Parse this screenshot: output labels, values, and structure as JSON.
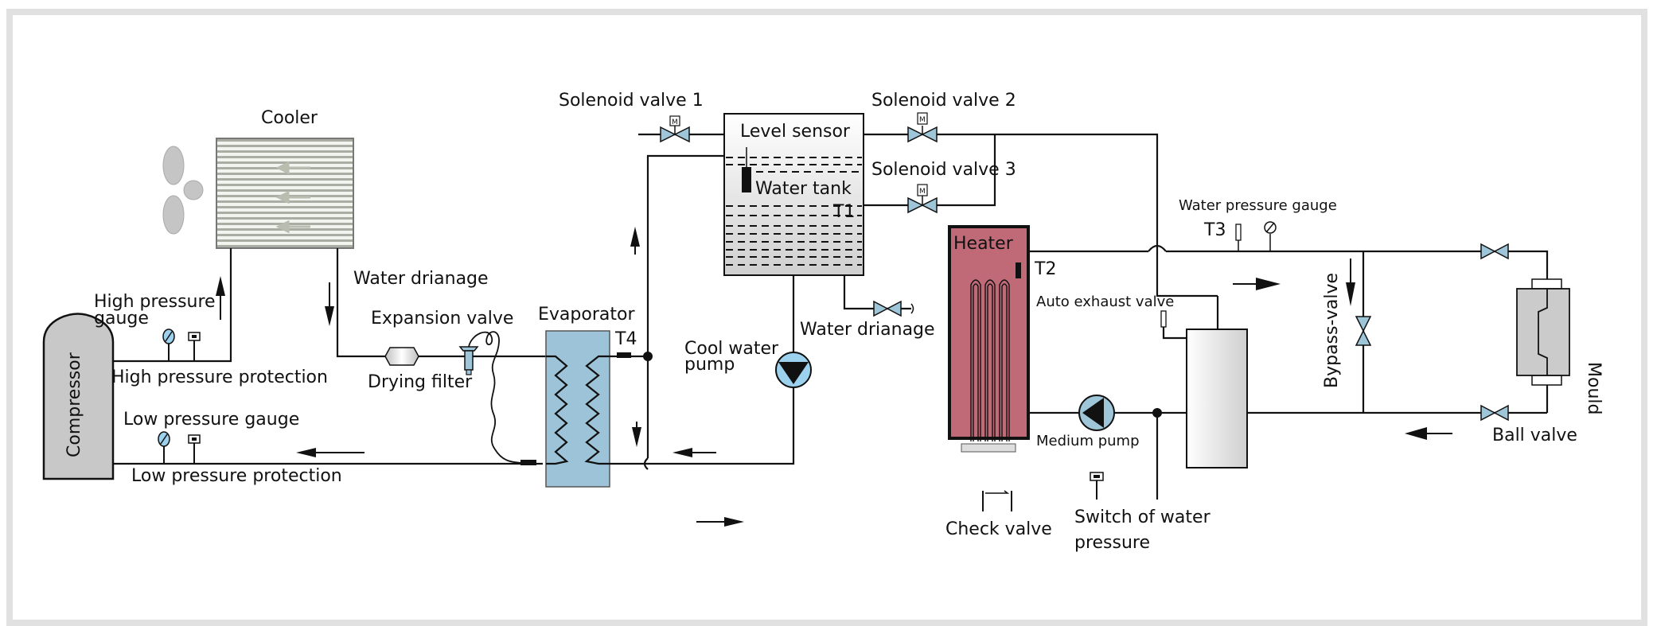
{
  "diagram": {
    "title": "Mould temperature controller system schematic",
    "colors": {
      "valve": "#9ec6d8",
      "evaporator": "#9dc3d8",
      "heater": "#c06a78",
      "compressor": "#c8c8c8",
      "mould": "#cbcbcb",
      "pump": "#9ec6d8",
      "frame": "#e0e1e0"
    },
    "labels": {
      "cooler": "Cooler",
      "water_drainage_1": "Water drianage",
      "high_pressure_gauge_line1": "High pressure",
      "high_pressure_gauge_line2": "gauge",
      "high_pressure_protection": "High pressure protection",
      "compressor": "Compressor",
      "low_pressure_gauge": "Low pressure gauge",
      "low_pressure_protection": "Low pressure protection",
      "expansion_valve": "Expansion valve",
      "drying_filter": "Drying filter",
      "evaporator": "Evaporator",
      "t4": "T4",
      "solenoid_valve_1": "Solenoid valve 1",
      "solenoid_valve_2": "Solenoid valve 2",
      "solenoid_valve_3": "Solenoid valve 3",
      "level_sensor": "Level sensor",
      "water_tank": "Water tank",
      "t1": "T1",
      "cool_water_pump_line1": "Cool water",
      "cool_water_pump_line2": "pump",
      "water_drainage_2": "Water drianage",
      "heater": "Heater",
      "t2": "T2",
      "auto_exhaust_valve": "Auto exhaust valve",
      "medium_pump": "Medium pump",
      "check_valve": "Check valve",
      "switch_water_pressure_line1": "Switch of water",
      "switch_water_pressure_line2": "pressure",
      "water_pressure_gauge": "Water pressure gauge",
      "t3": "T3",
      "bypass_valve": "Bypass-valve",
      "mould": "Mould",
      "ball_valve": "Ball valve",
      "motor_mark": "M"
    }
  }
}
